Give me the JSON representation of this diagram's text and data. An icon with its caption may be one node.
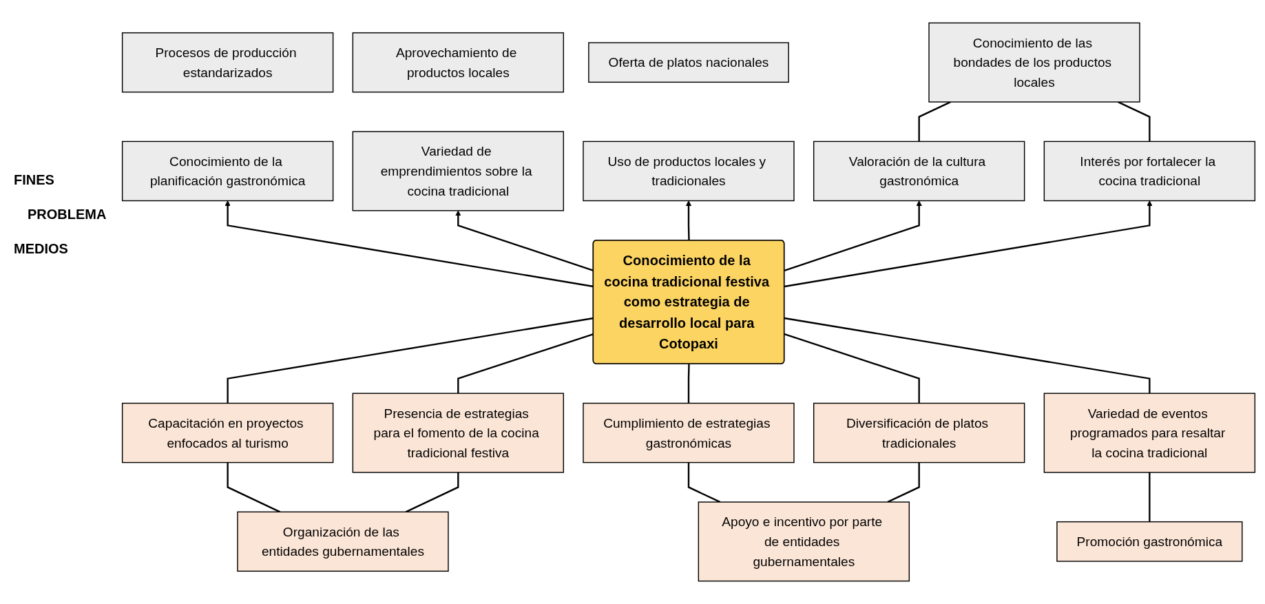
{
  "diagram": {
    "nodes": [
      {
        "text": [
          "Procesos de producción estandarizados"
        ]
      },
      {
        "text": [
          "Aprovechamiento de productos locales"
        ]
      },
      {
        "text": [
          "Oferta de platos nacionales"
        ]
      },
      {
        "text": [
          "Conocimiento de las bondades de los productos locales"
        ]
      },
      {
        "text": [
          "Conocimiento de la planificación gastronómica"
        ]
      },
      {
        "text": [
          "Variedad de emprendimientos sobre la cocina tradicional"
        ]
      },
      {
        "text": [
          "Uso de productos locales y tradicionales"
        ]
      },
      {
        "text": [
          "Valoración de la cultura gastronómica"
        ]
      },
      {
        "text": [
          "Interés por fortalecer la cocina tradicional"
        ]
      },
      {
        "text": [
          "Conocimiento de la cocina tradicional festiva como estrategia de desarrollo local para Cotopaxi"
        ]
      },
      {
        "text": [
          "Capacitación en proyectos enfocados al turismo"
        ]
      },
      {
        "text": [
          "Presencia de estrategias para el fomento de la cocina tradicional festiva"
        ]
      },
      {
        "text": [
          "Cumplimiento de estrategias gastronómicas"
        ]
      },
      {
        "text": [
          "Diversificación de platos tradicionales"
        ]
      },
      {
        "text": [
          "Variedad de eventos programados para resaltar la cocina tradicional"
        ]
      },
      {
        "text": [
          "Organización de las entidades gubernamentales"
        ]
      },
      {
        "text": [
          "Apoyo e incentivo por parte de entidades gubernamentales"
        ]
      },
      {
        "text": [
          "Promoción gastronómica"
        ]
      }
    ],
    "edges": [
      {
        "from": 9,
        "to": 4,
        "arrow": "to"
      },
      {
        "from": 9,
        "to": 5,
        "arrow": "to"
      },
      {
        "from": 9,
        "to": 6,
        "arrow": "to"
      },
      {
        "from": 9,
        "to": 7,
        "arrow": "to"
      },
      {
        "from": 9,
        "to": 8,
        "arrow": "to"
      },
      {
        "from": 7,
        "to": 3,
        "arrow": "none"
      },
      {
        "from": 8,
        "to": 3,
        "arrow": "none"
      },
      {
        "from": 9,
        "to": 10,
        "arrow": "none"
      },
      {
        "from": 9,
        "to": 11,
        "arrow": "none"
      },
      {
        "from": 9,
        "to": 12,
        "arrow": "none"
      },
      {
        "from": 9,
        "to": 13,
        "arrow": "none"
      },
      {
        "from": 9,
        "to": 14,
        "arrow": "none"
      },
      {
        "from": 10,
        "to": 15,
        "arrow": "none"
      },
      {
        "from": 11,
        "to": 15,
        "arrow": "none"
      },
      {
        "from": 12,
        "to": 16,
        "arrow": "none"
      },
      {
        "from": 13,
        "to": 16,
        "arrow": "none"
      },
      {
        "from": 14,
        "to": 17,
        "arrow": "none"
      }
    ],
    "labels": [
      "FINES",
      "PROBLEMA",
      "MEDIOS"
    ]
  }
}
